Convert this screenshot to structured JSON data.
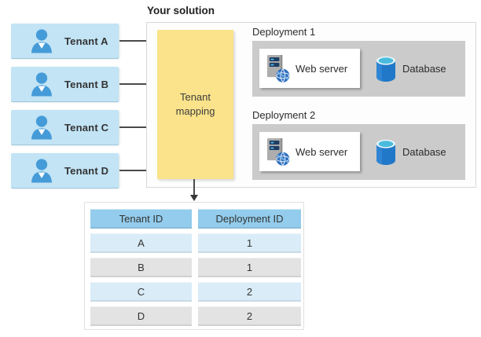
{
  "diagram": {
    "solution": {
      "title": "Your solution",
      "mapping_label": "Tenant mapping",
      "deployments": [
        {
          "label": "Deployment 1",
          "server_label": "Web server",
          "db_label": "Database"
        },
        {
          "label": "Deployment 2",
          "server_label": "Web server",
          "db_label": "Database"
        }
      ]
    },
    "tenants": [
      {
        "label": "Tenant A"
      },
      {
        "label": "Tenant B"
      },
      {
        "label": "Tenant C"
      },
      {
        "label": "Tenant D"
      }
    ],
    "mapping_table": {
      "columns": [
        "Tenant ID",
        "Deployment ID"
      ],
      "rows": [
        {
          "tenant": "A",
          "deployment": "1"
        },
        {
          "tenant": "B",
          "deployment": "1"
        },
        {
          "tenant": "C",
          "deployment": "2"
        },
        {
          "tenant": "D",
          "deployment": "2"
        }
      ]
    },
    "colors": {
      "tenant_box_blue": "#C2E4F5",
      "person_blue": "#459BD8",
      "mapping_yellow": "#FAE38A",
      "deployment_gray": "#CBCBCB",
      "table_header_blue": "#93CCEC",
      "table_row_blue": "#D9ECF8",
      "table_row_gray": "#E3E3E3",
      "database_blue": "#2178C8",
      "arrow_gray": "#404040"
    }
  }
}
